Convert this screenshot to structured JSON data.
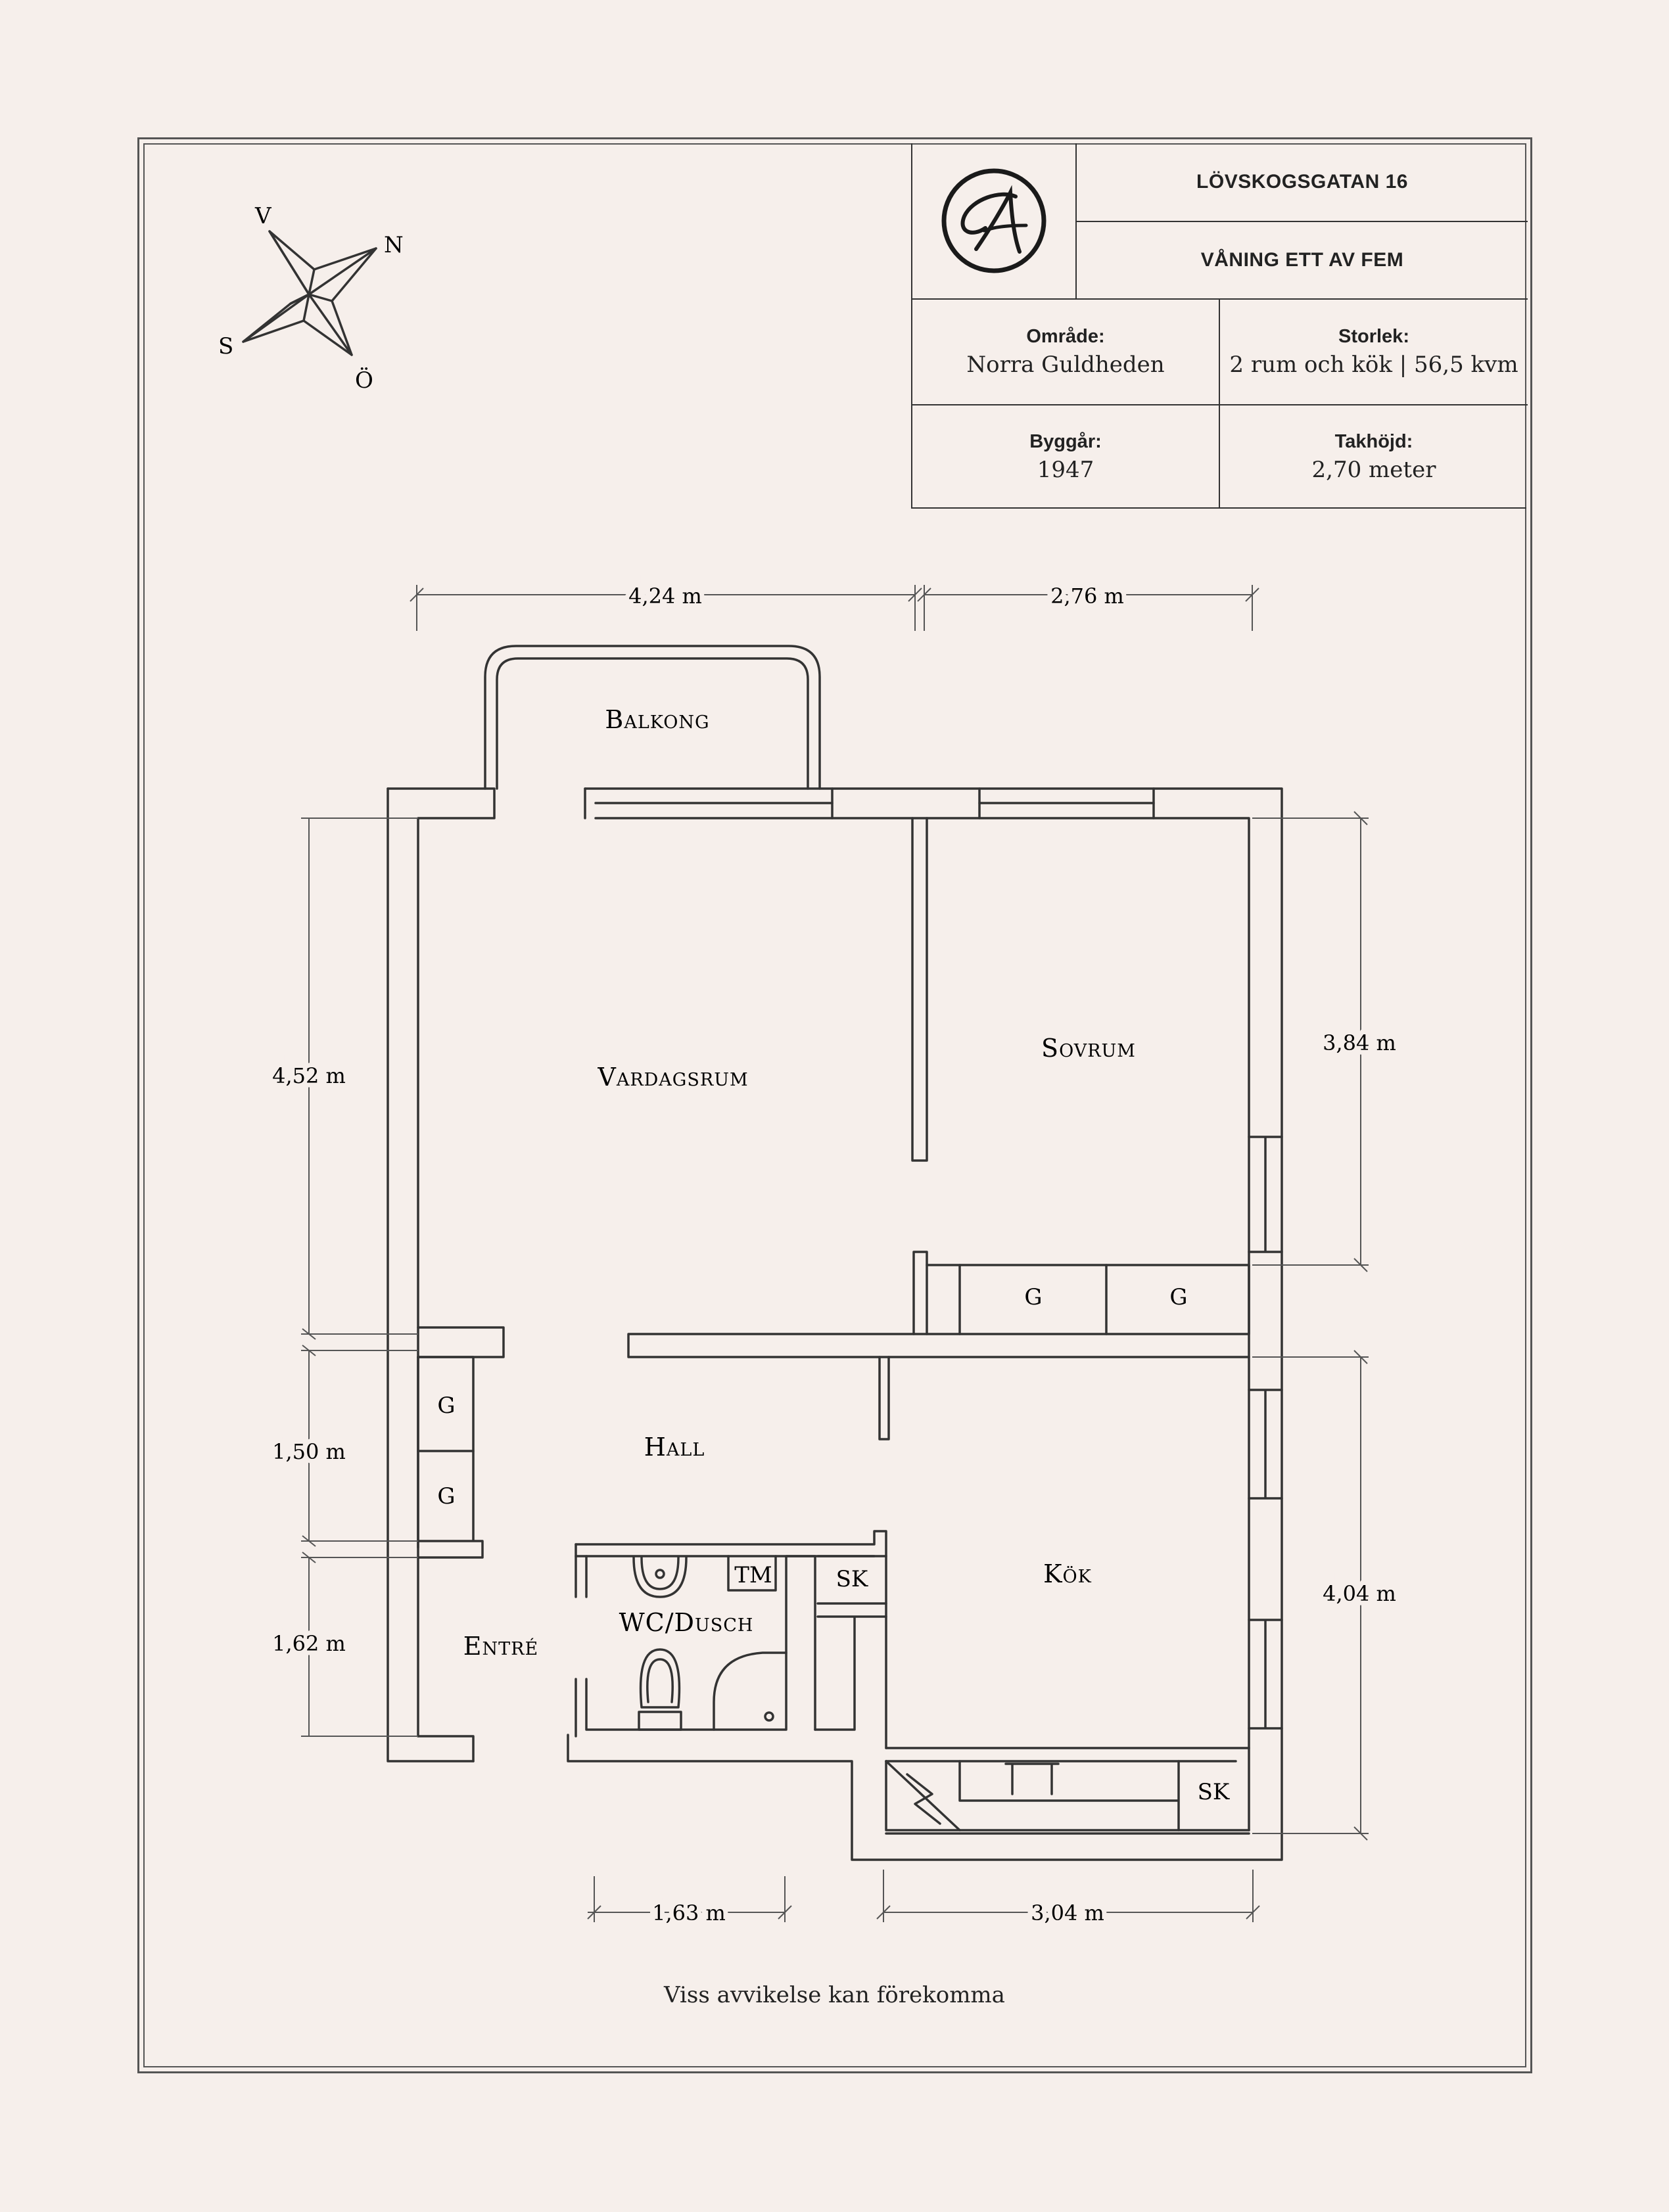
{
  "title_block": {
    "address": "LÖVSKOGSGATAN 16",
    "floor": "VÅNING ETT AV FEM",
    "area_label": "Område:",
    "area_value": "Norra Guldheden",
    "size_label": "Storlek:",
    "size_value": "2 rum och kök | 56,5 kvm",
    "year_label": "Byggår:",
    "year_value": "1947",
    "height_label": "Takhöjd:",
    "height_value": "2,70 meter",
    "logo_icon": "monogram-logo-icon"
  },
  "compass": {
    "v": "V",
    "n": "N",
    "s": "S",
    "o": "Ö"
  },
  "rooms": {
    "balcony": "Balkong",
    "living": "Vardagsrum",
    "bedroom": "Sovrum",
    "hall": "Hall",
    "kitchen": "Kök",
    "entry": "Entré",
    "wc": "WC/Dusch"
  },
  "marks": {
    "wardrobe": "G",
    "washer": "TM",
    "cabinet": "SK"
  },
  "dimensions": {
    "top_left": "4,24 m",
    "top_right": "2,76 m",
    "left_1": "4,52 m",
    "left_2": "1,50 m",
    "left_3": "1,62 m",
    "right_1": "3,84 m",
    "right_2": "4,04 m",
    "bottom_1": "1,63 m",
    "bottom_2": "3,04 m"
  },
  "note": "Viss avvikelse kan förekomma",
  "colors": {
    "background": "#f6efeb",
    "ink": "#333333"
  }
}
